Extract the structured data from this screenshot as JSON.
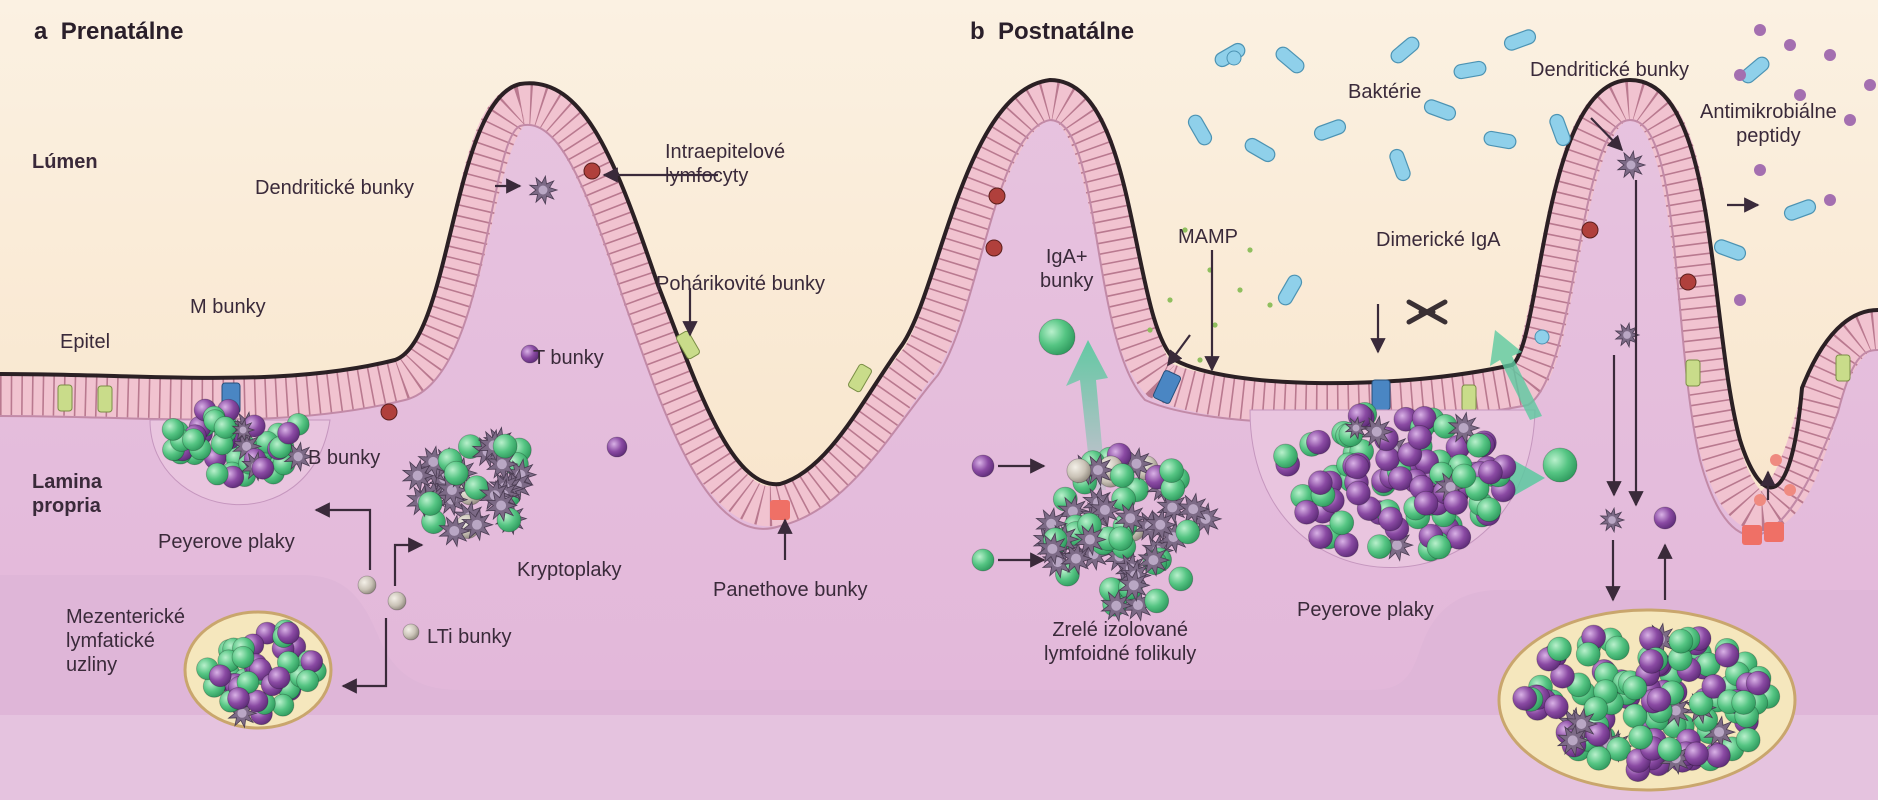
{
  "panels": {
    "a": {
      "letter": "a",
      "title": "Prenatálne"
    },
    "b": {
      "letter": "b",
      "title": "Postnatálne"
    }
  },
  "regions": {
    "lumen": "Lúmen",
    "lamina_propria": "Lamina\npropria"
  },
  "labels": {
    "epitel": "Epitel",
    "m_bunky": "M bunky",
    "dendriticke_a": "Dendritické bunky",
    "intraepitelove": "Intraepitelové\nlymfocyty",
    "poharikovite": "Pohárikovité bunky",
    "t_bunky": "T bunky",
    "b_bunky": "B bunky",
    "peyerove_a": "Peyerove plaky",
    "kryptoplaky": "Kryptoplaky",
    "mezentericke": "Mezenterické\nlymfatické\nuzliny",
    "lti": "LTi bunky",
    "panethove": "Panethove bunky",
    "iga_plus": "IgA+\nbunky",
    "mamp": "MAMP",
    "dimericke": "Dimerické IgA",
    "bakterie": "Baktérie",
    "dendriticke_b": "Dendritické bunky",
    "antimikrobialne": "Antimikrobiálne\npeptidy",
    "zrele": "Zrelé izolované\nlymfoidné folikuly",
    "peyerove_b": "Peyerove plaky"
  },
  "colors": {
    "lumen_bg": "#fbeed6",
    "lamina_bg": "#e6c0df",
    "tissue_dark": "#dcb2d6",
    "epithelium": "#f3c6d2",
    "b_cell": "#5cc989",
    "t_cell": "#8d4ea6",
    "dendritic": "#7c6a86",
    "m_cell": "#4a86c3",
    "goblet": "#c9dc8a",
    "paneth": "#ef7066",
    "iel": "#b0403c",
    "bacteria": "#8fd0ea",
    "peptide": "#a46fb0",
    "node_fill": "#f5e7bd",
    "node_border": "#c9a66d",
    "arrow": "#3a2a3a"
  }
}
